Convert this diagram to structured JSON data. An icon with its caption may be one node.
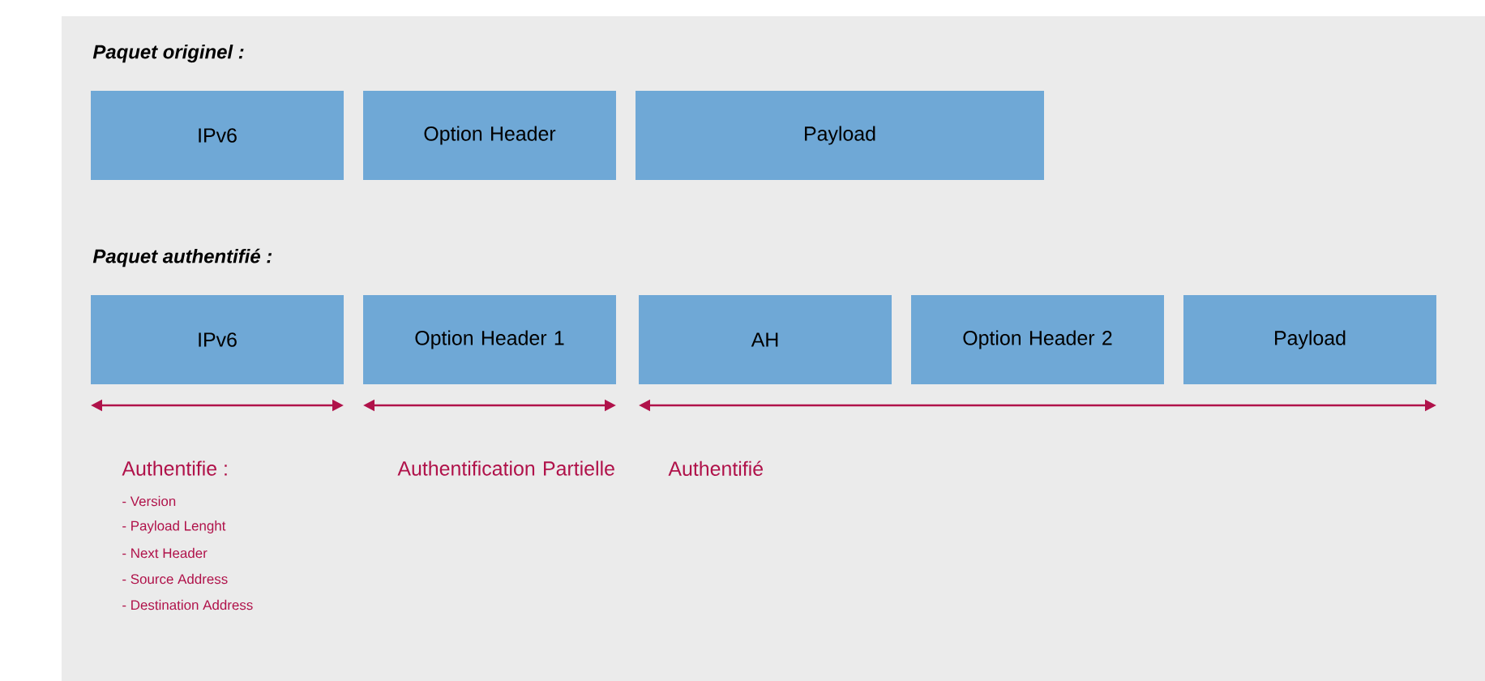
{
  "diagram": {
    "nodes": [
      {
        "text": [
          "IPv6"
        ]
      },
      {
        "text": [
          "Option Header"
        ]
      },
      {
        "text": [
          "Payload"
        ]
      },
      {
        "text": [
          "IPv6"
        ]
      },
      {
        "text": [
          "Option Header 1"
        ]
      },
      {
        "text": [
          "AH"
        ]
      },
      {
        "text": [
          "Option Header 2"
        ]
      },
      {
        "text": [
          "Payload"
        ]
      }
    ],
    "edges": [],
    "labels": [
      "Paquet originel :",
      "Paquet authentifié :",
      "Authentifie :",
      "- Version",
      "- Payload Lenght",
      "- Next Header",
      "- Source Address",
      "- Destination Address",
      "Authentification Partielle",
      "Authentifié"
    ]
  }
}
